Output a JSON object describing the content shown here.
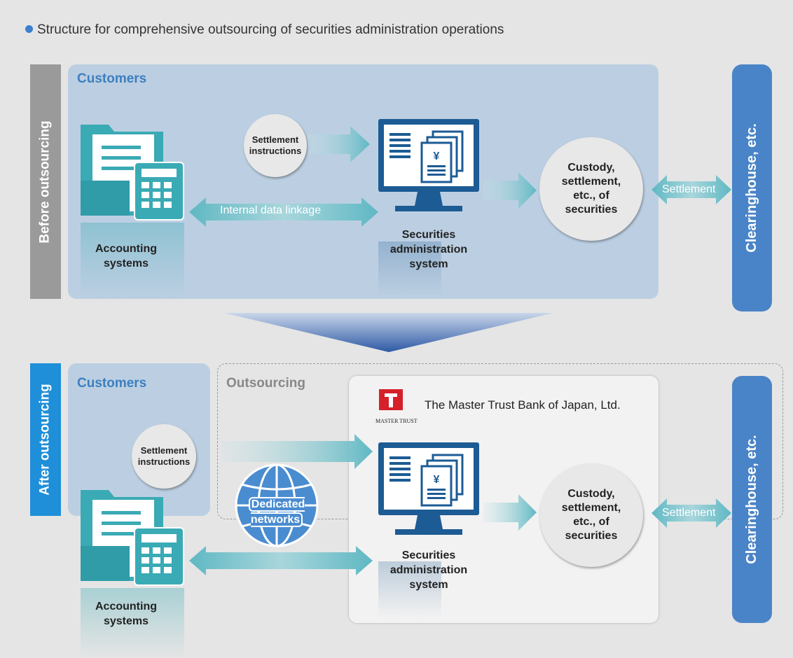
{
  "title": "Structure for comprehensive outsourcing of securities administration operations",
  "before": {
    "side_label": "Before outsourcing",
    "customers_title": "Customers",
    "settlement_instructions": "Settlement instructions",
    "internal_link": "Internal data linkage",
    "accounting": "Accounting systems",
    "sec_admin": "Securities administration system",
    "custody": "Custody, settlement, etc., of securities",
    "settlement": "Settlement",
    "clearinghouse": "Clearinghouse, etc."
  },
  "after": {
    "side_label": "After outsourcing",
    "customers_title": "Customers",
    "outsourcing_title": "Outsourcing",
    "bank_name": "The Master Trust Bank of Japan, Ltd.",
    "logo_caption": "MASTER TRUST",
    "settlement_instructions": "Settlement instructions",
    "dedicated": "Dedicated networks",
    "accounting": "Accounting systems",
    "sec_admin": "Securities administration system",
    "custody": "Custody, settlement, etc., of securities",
    "settlement": "Settlement",
    "clearinghouse": "Clearinghouse, etc."
  },
  "colors": {
    "blue_bar": "#4a84c8",
    "gray_bar": "#9a9a9a",
    "after_bar": "#1e8fd8",
    "teal": "#3aaab5",
    "monitor": "#1c5b94",
    "logo_red": "#d6202a"
  },
  "icons": [
    "folder-calculator-icon",
    "monitor-document-icon",
    "globe-icon",
    "master-trust-logo-icon"
  ]
}
